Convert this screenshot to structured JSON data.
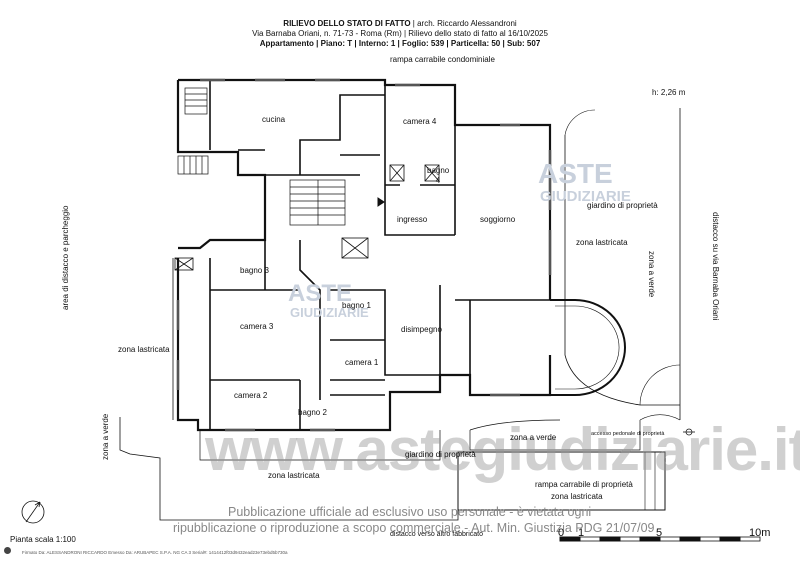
{
  "header": {
    "title": "RILIEVO DELLO STATO DI FATTO",
    "author": "| arch. Riccardo Alessandroni",
    "address_line": "Via Barnaba Oriani, n. 71-73 - Roma (Rm) | Rilievo dello stato di fatto al 16/10/2025",
    "unit_line": "Appartamento | Piano: T | Interno: 1 | Foglio: 539 | Particella: 50 | Sub: 507"
  },
  "labels": {
    "rampa_condominiale": "rampa carrabile condominiale",
    "height": "h: 2,26 m",
    "cucina": "cucina",
    "camera4": "camera 4",
    "bagno4": "bagno 4",
    "ingresso": "ingresso",
    "soggiorno": "soggiorno",
    "giardino_right": "giardino di proprietà",
    "zona_lastricata_right": "zona lastricata",
    "zona_verde_right": "zona a verde",
    "bagno3": "bagno 3",
    "bagno1": "bagno 1",
    "camera3": "camera 3",
    "disimpegno": "disimpegno",
    "camera1": "camera 1",
    "zona_lastricata_left": "zona lastricata",
    "camera2": "camera 2",
    "bagno2": "bagno 2",
    "zona_verde_bottom": "zona a verde",
    "accesso": "accesso pedonale di proprietà",
    "giardino_bottom": "giardino di proprietà",
    "zona_lastricata_bottom": "zona lastricata",
    "rampa_proprieta": "rampa carrabile di proprietà",
    "zona_lastricata_ramp": "zona lastricata",
    "distacco_bottom": "distacco verso altro fabbricato",
    "distacco_right": "distacco su via Barnaba Oriani",
    "area_left": "area di distacco e parcheggio",
    "zona_verde_left": "zona a verde"
  },
  "scale": {
    "label": "Pianta scala 1:100",
    "tick0": "0",
    "tick1": "1",
    "tick5": "5",
    "tick10": "10m"
  },
  "watermark": {
    "aste_top": "ASTE",
    "giudiziarie": "GIUDIZIARIE",
    "site": "www.astegiudiziarie.it",
    "notice_line1": "Pubblicazione ufficiale ad esclusivo uso personale - è vietata ogni",
    "notice_line2": "ripubblicazione o riproduzione a scopo commerciale - Aut. Min. Giustizia PDG 21/07/09"
  },
  "footer": {
    "signature": "Firmato Da: ALESSANDRONI RICCARDO Emesso Da: ARUBAPEC S.P.A. NG CA 3 Serial#: 1414412f03d9432ead23e73ebd5b730a"
  }
}
